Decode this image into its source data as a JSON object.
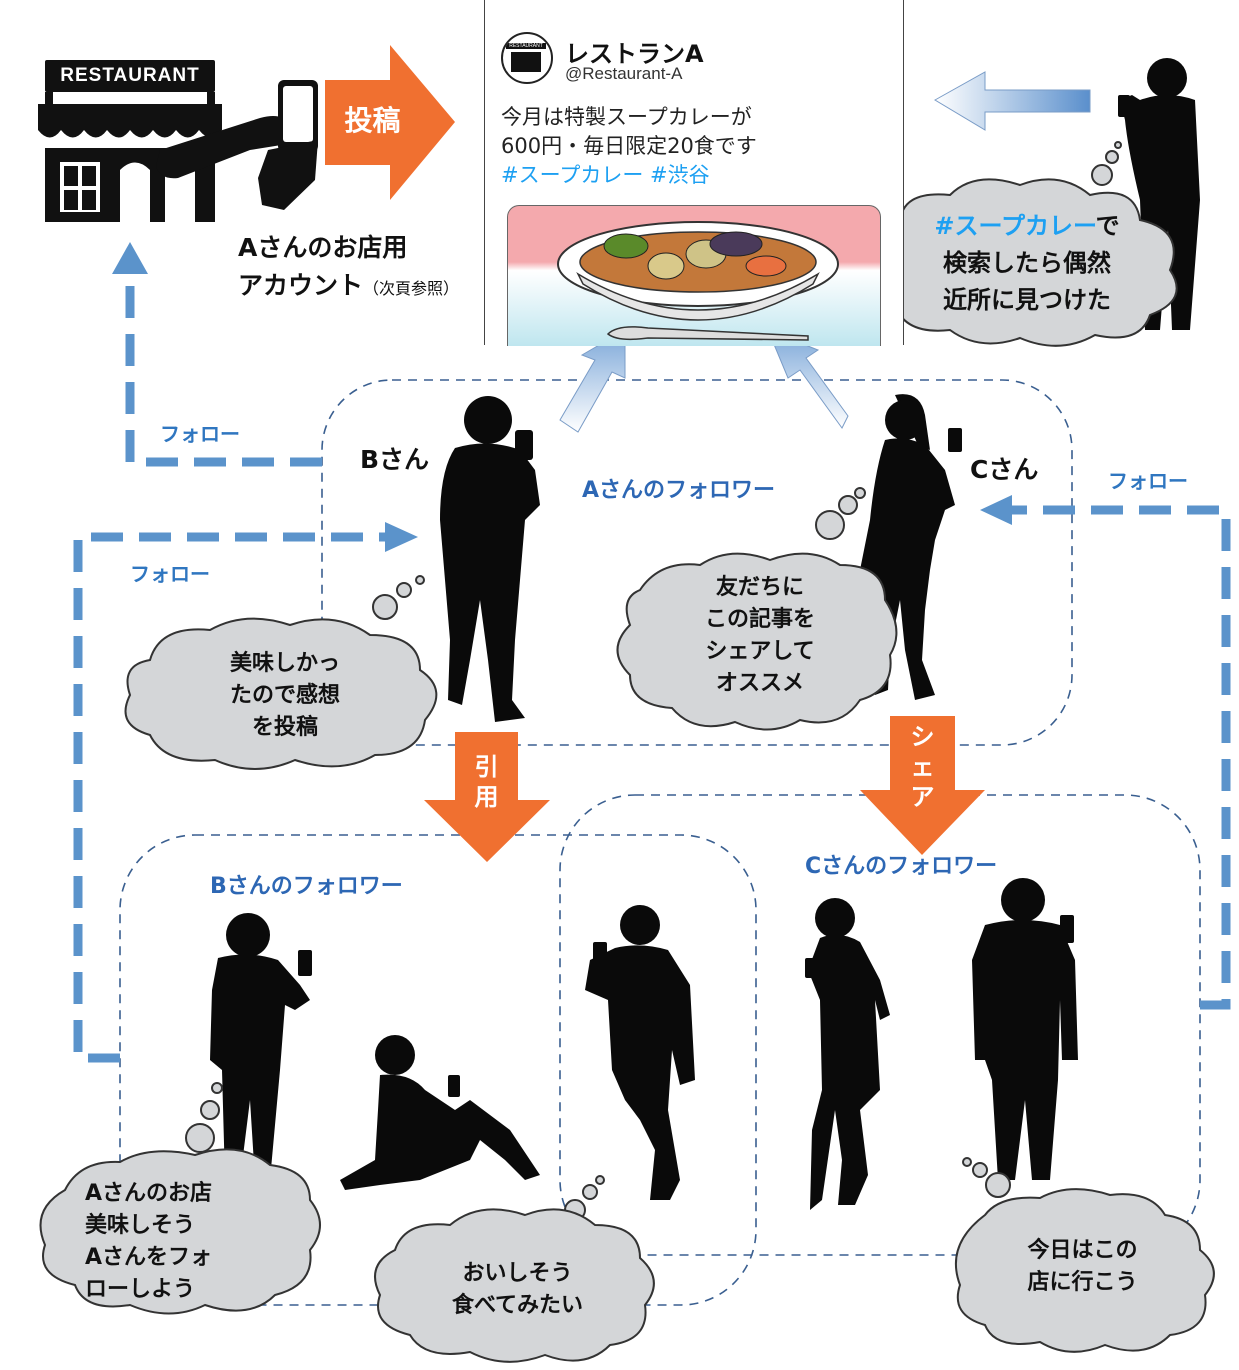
{
  "store": {
    "sign": "RESTAURANT",
    "post_label": "投稿",
    "account_line1": "Aさんのお店用",
    "account_line2": "アカウント",
    "account_note": "（次頁参照）"
  },
  "post_card": {
    "badge_text": "RESTAURANT",
    "name": "レストランA",
    "handle": "@Restaurant-A",
    "text_line1": "今月は特製スープカレーが",
    "text_line2": "600円・毎日限定20食です",
    "hashtags": "#スープカレー #渋谷"
  },
  "searcher": {
    "bubble_hashtag": "#スープカレー",
    "bubble_line1_rest": "で",
    "bubble_line2": "検索したら偶然",
    "bubble_line3": "近所に見つけた"
  },
  "group_a": {
    "title": "Aさんのフォロワー",
    "person_b": "Bさん",
    "person_c": "Cさん",
    "bubble_b": [
      "美味しかっ",
      "たので感想",
      "を投稿"
    ],
    "bubble_c": [
      "友だちに",
      "この記事を",
      "シェアして",
      "オススメ"
    ]
  },
  "arrows": {
    "follow_1": "フォロー",
    "follow_2": "フォロー",
    "follow_3": "フォロー",
    "quote": [
      "引",
      "用"
    ],
    "share": [
      "シ",
      "ェ",
      "ア"
    ]
  },
  "group_b": {
    "title": "Bさんのフォロワー",
    "bubble_1": [
      "Aさんのお店",
      "美味しそう",
      "Aさんをフォ",
      "ローしよう"
    ],
    "bubble_2": [
      "おいしそう",
      "食べてみたい"
    ]
  },
  "group_c": {
    "title": "Cさんのフォロワー",
    "bubble_1": [
      "今日はこの",
      "店に行こう"
    ]
  },
  "colors": {
    "orange": "#f07030",
    "blue_dash": "#5b93cb",
    "group_title": "#2d67b4",
    "hashtag": "#1da0f2",
    "bubble_fill": "#d4d6d8",
    "silhouette": "#0a0a0a"
  }
}
